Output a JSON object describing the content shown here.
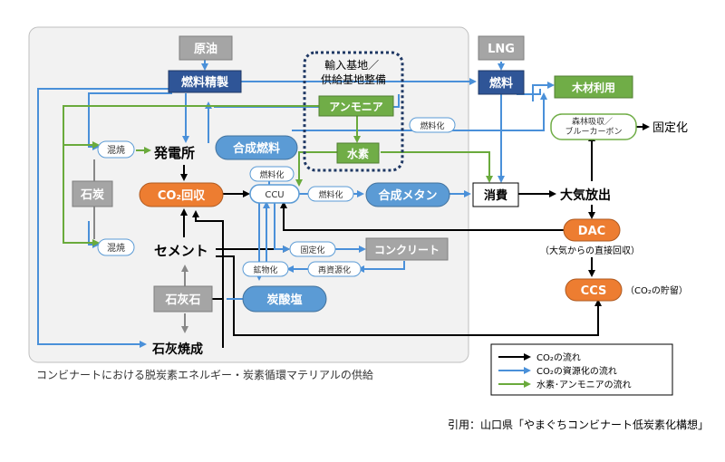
{
  "nodes": {
    "crude_oil": "原油",
    "refinery": "燃料精製",
    "import_base": "輸入基地／\n供給基地整備",
    "ammonia": "アンモニア",
    "hydrogen": "水素",
    "lng": "LNG",
    "fuel": "燃料",
    "wood": "木材利用",
    "forest": "森林吸収／\nブルーカーボン",
    "fixation": "固定化",
    "mixed_burn_1": "混焼",
    "power_plant": "発電所",
    "synthetic_fuel": "合成燃料",
    "coal": "石炭",
    "co2_capture": "CO₂回収",
    "ccu": "CCU",
    "synthetic_methane": "合成メタン",
    "consumption": "消費",
    "atmospheric_release": "大気放出",
    "dac": "DAC",
    "dac_note": "（大気からの直接回収）",
    "mixed_burn_2": "混焼",
    "cement": "セメント",
    "concrete": "コンクリート",
    "limestone": "石灰石",
    "carbonate": "炭酸塩",
    "ccs": "CCS",
    "ccs_note": "（CO₂の貯留）",
    "lime_calcination": "石灰焼成"
  },
  "edge_labels": {
    "fuelization_1": "燃料化",
    "fuelization_2": "燃料化",
    "fuelization_3": "燃料化",
    "fixation_small": "固定化",
    "mineralization": "鉱物化",
    "recycling": "再資源化"
  },
  "region_caption": "コンビナートにおける脱炭素エネルギー・炭素循環マテリアルの供給",
  "legend": {
    "co2_flow": "CO₂の流れ",
    "co2_resource_flow": "CO₂の資源化の流れ",
    "h2_nh3_flow": "水素･アンモニアの流れ"
  },
  "citation": "引用：山口県「やまぐちコンビナート低炭素化構想」",
  "colors": {
    "co2_flow": "#000000",
    "resource_flow": "#4a90d9",
    "h2_flow": "#6aaa3c",
    "orange": "#ed7d31",
    "blue_node": "#5b9bd5",
    "gray_node": "#a5a5a5",
    "green_node": "#70ad47",
    "navy": "#1f3864"
  }
}
